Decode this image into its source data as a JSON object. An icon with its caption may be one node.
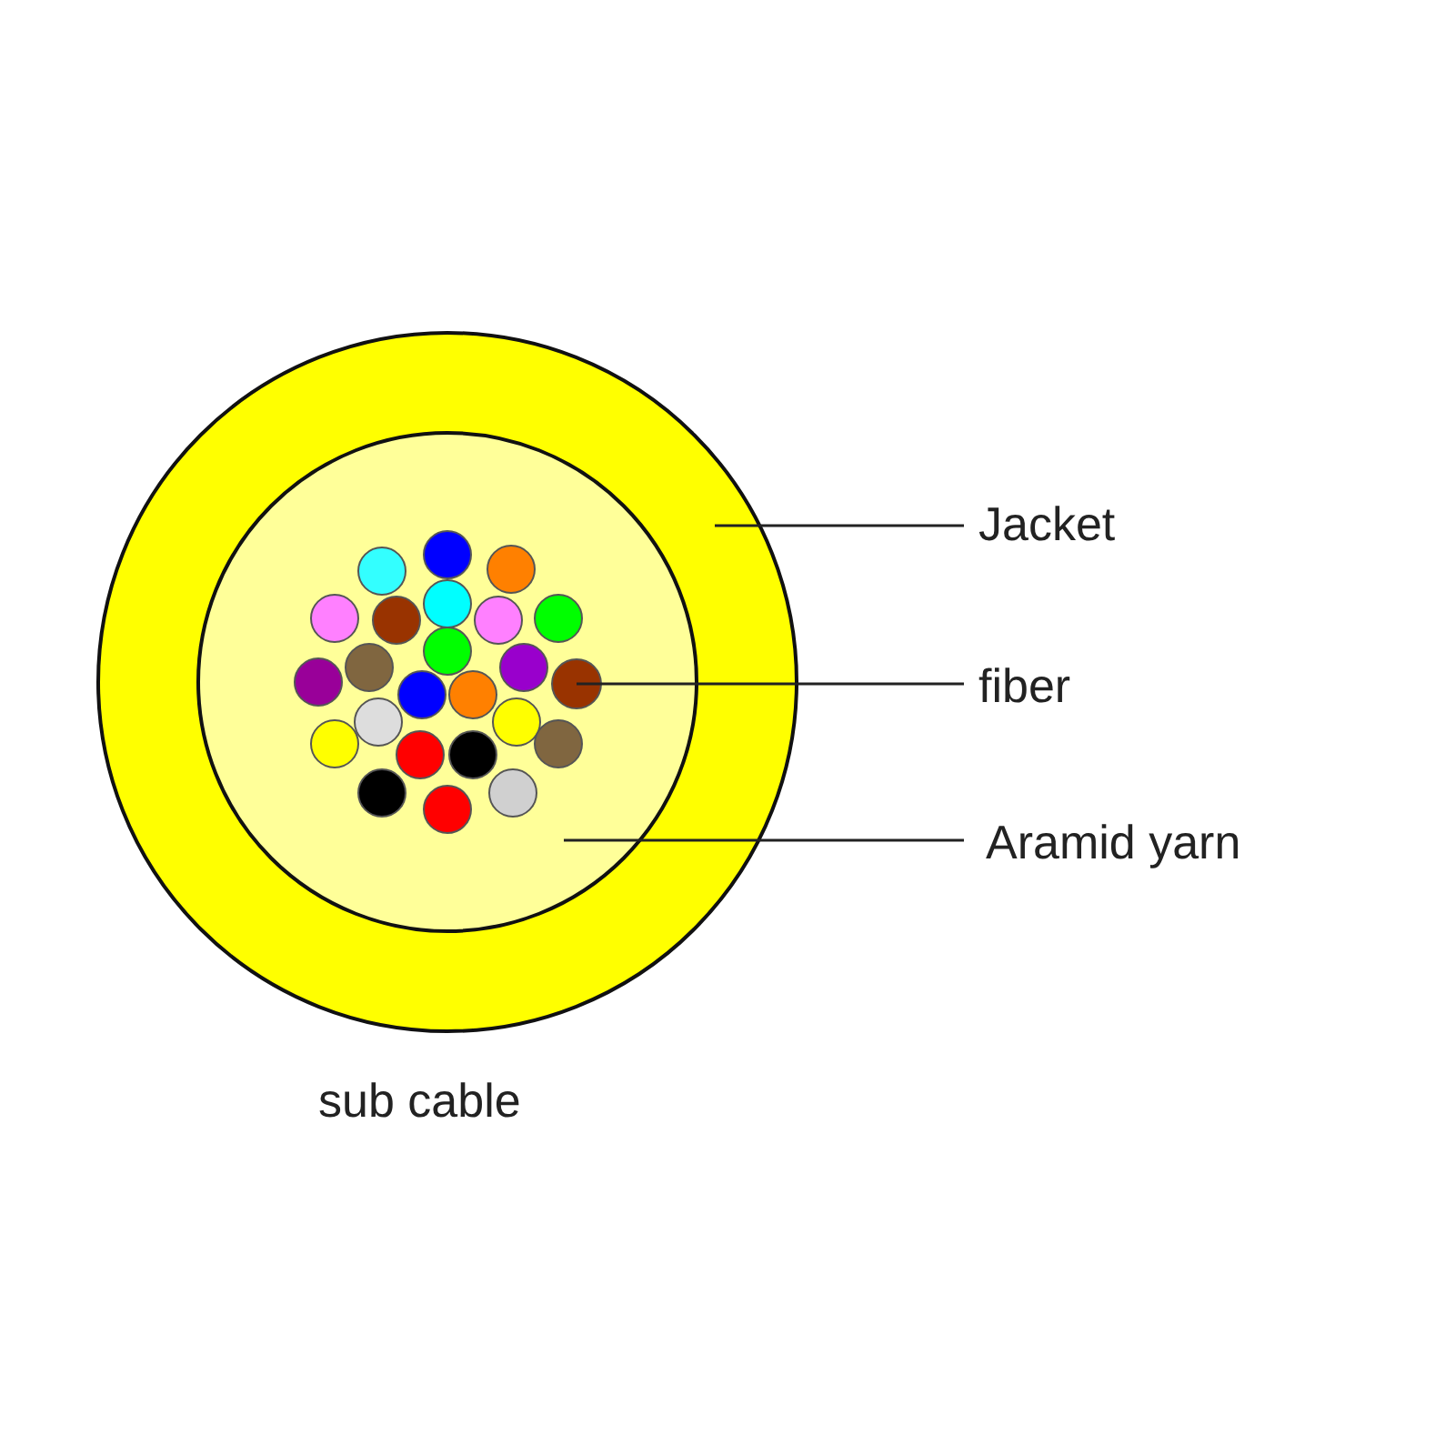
{
  "diagram": {
    "nodes": [
      {
        "text": [],
        "shape": "circle"
      },
      {
        "text": [],
        "shape": "circle",
        "in": 0
      },
      {
        "text": [],
        "shape": "circle",
        "in": 1
      },
      {
        "text": [
          "Jacket"
        ]
      },
      {
        "text": [
          "fiber"
        ]
      },
      {
        "text": [
          "Aramid yarn"
        ]
      }
    ],
    "edges": [
      {
        "from": 3,
        "to": 0,
        "arrow": "none"
      },
      {
        "from": 4,
        "to": 2,
        "arrow": "none"
      },
      {
        "from": 5,
        "to": 1,
        "arrow": "none"
      }
    ],
    "labels": [
      "sub cable"
    ]
  }
}
